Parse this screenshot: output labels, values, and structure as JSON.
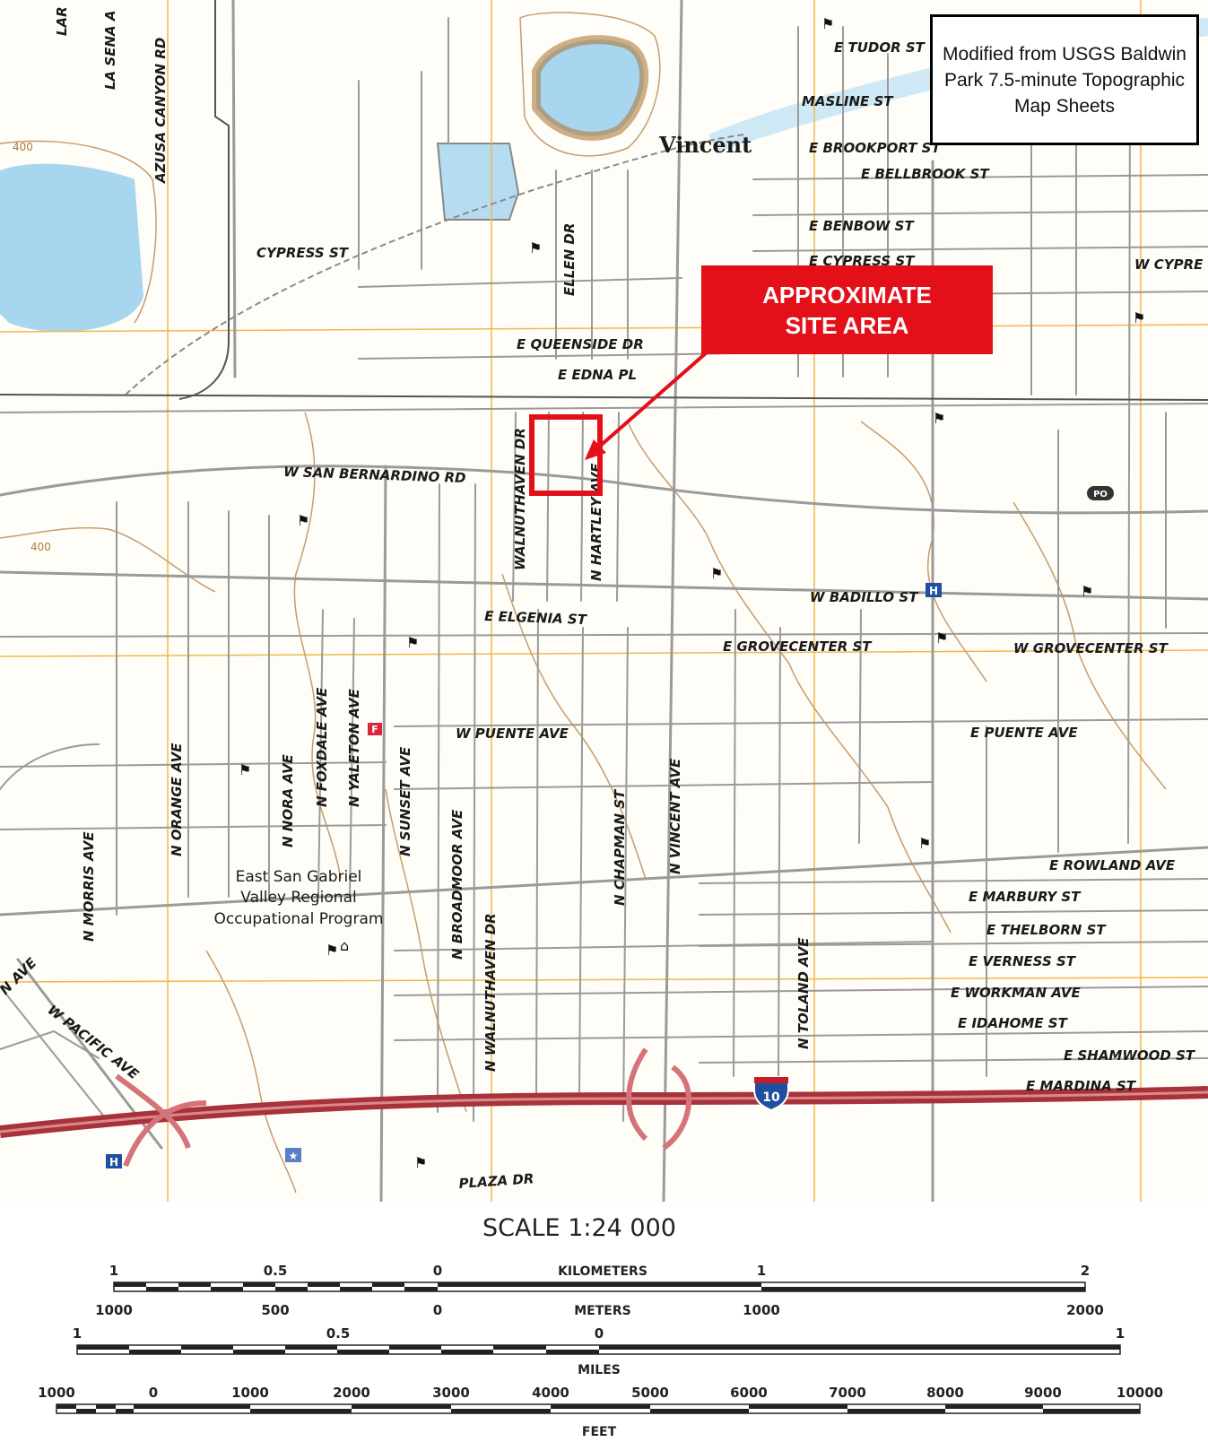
{
  "source_note": "Modified from USGS Baldwin Park 7.5-minute Topographic Map Sheets",
  "callout": {
    "line1": "APPROXIMATE",
    "line2": "SITE AREA"
  },
  "colors": {
    "callout": "#e3101a",
    "contour": "#b07a3a",
    "grid": "#f0b84d",
    "road": "#9a9a9a",
    "freeway": "#a8323a",
    "water": "#a9d6ef"
  },
  "place": "Vincent",
  "institution": {
    "line1": "East San Gabriel",
    "line2": "Valley Regional",
    "line3": "Occupational Program"
  },
  "contour_labels": [
    "400",
    "400"
  ],
  "interstate": "10",
  "streets": {
    "lark": "LAR",
    "la_serena": "LA SENA A",
    "azusa_canyon": "AZUSA CANYON RD",
    "tudor": "E TUDOR ST",
    "masline": "MASLINE ST",
    "brookport": "E BROOKPORT ST",
    "bellbrook": "E BELLBROOK ST",
    "benbow": "E BENBOW ST",
    "e_cypress": "E CYPRESS ST",
    "w_cypress": "W CYPRE",
    "cypress": "CYPRESS ST",
    "ellen": "ELLEN DR",
    "queenside": "E QUEENSIDE DR",
    "edna": "E EDNA PL",
    "san_bernardino": "W SAN BERNARDINO RD",
    "walnuthaven_n": "WALNUTHAVEN DR",
    "hartley": "N HARTLEY AVE",
    "badillo": "W BADILLO ST",
    "elgenia": "E ELGENIA ST",
    "e_grovecenter": "E GROVECENTER ST",
    "w_grovecenter": "W GROVECENTER ST",
    "w_puente": "W PUENTE AVE",
    "e_puente": "E PUENTE AVE",
    "orange": "N ORANGE AVE",
    "nora": "N NORA AVE",
    "foxdale": "N FOXDALE AVE",
    "yaleton": "N YALETON AVE",
    "sunset": "N SUNSET AVE",
    "broadmoor": "N BROADMOOR AVE",
    "walnuthaven_s": "N WALNUTHAVEN DR",
    "chapman": "N CHAPMAN ST",
    "vincent_ave": "N VINCENT AVE",
    "toland": "N TOLAND AVE",
    "morris": "N MORRIS AVE",
    "rowland": "E ROWLAND AVE",
    "marbury": "E MARBURY ST",
    "thelborn": "E THELBORN ST",
    "verness": "E VERNESS ST",
    "workman": "E WORKMAN AVE",
    "idahome": "E IDAHOME ST",
    "shamwood": "E SHAMWOOD ST",
    "mardina": "E MARDINA ST",
    "pacific": "W PACIFIC AVE",
    "plaza": "PLAZA DR",
    "n_ave_fragment": "N AVE"
  },
  "scale": {
    "title": "SCALE 1:24 000",
    "km_labels": [
      "1",
      "0.5",
      "0",
      "1",
      "2"
    ],
    "km_unit": "KILOMETERS",
    "m_labels": [
      "1000",
      "500",
      "0",
      "1000",
      "2000"
    ],
    "m_unit": "METERS",
    "mi_labels": [
      "1",
      "0.5",
      "0",
      "1"
    ],
    "mi_unit": "MILES",
    "ft_labels": [
      "1000",
      "0",
      "1000",
      "2000",
      "3000",
      "4000",
      "5000",
      "6000",
      "7000",
      "8000",
      "9000",
      "10000"
    ],
    "ft_unit": "FEET"
  }
}
